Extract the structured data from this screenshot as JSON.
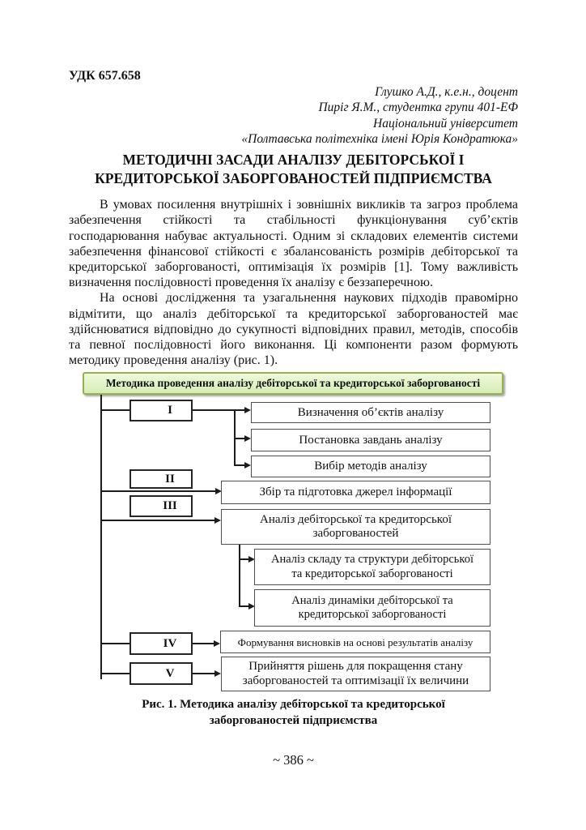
{
  "page": {
    "udc": "УДК 657.658",
    "authors": "Глушко А.Д., к.е.н., доцент\nПиріг Я.М., студентка групи 401-ЕФ\nНаціональний університет\n«Полтавська політехніка імені Юрія Кондратюка»",
    "title": "МЕТОДИЧНІ ЗАСАДИ АНАЛІЗУ ДЕБІТОРСЬКОЇ І\nКРЕДИТОРСЬКОЇ ЗАБОРГОВАНОСТЕЙ ПІДПРИЄМСТВА",
    "paragraph1": "В умовах посилення внутрішніх і зовнішніх викликів та загроз проблема забезпечення стійкості та стабільності функціонування суб’єктів господарювання набуває актуальності. Одним зі складових елементів системи забезпечення фінансової стійкості є збалансованість розмірів дебіторської та кредиторської заборгованості, оптимізація їх розмірів [1]. Тому важливість визначення послідовності проведення їх аналізу є беззаперечною.",
    "paragraph2": "На основі дослідження та узагальнення наукових підходів правомірно відмітити, що аналіз дебіторської та кредиторської заборгованостей має здійснюватися відповідно до сукупності відповідних правил, методів, способів та певної послідовності його виконання. Ці компоненти разом формують методику проведення аналізу (рис. 1).",
    "page_number": "~ 386 ~"
  },
  "figure": {
    "header": "Методика проведення аналізу дебіторської та кредиторської заборгованості",
    "stages": [
      "I",
      "II",
      "III",
      "IV",
      "V"
    ],
    "boxes": {
      "b1": "Визначення об’єктів аналізу",
      "b2": "Постановка завдань аналізу",
      "b3": "Вибір методів аналізу",
      "b4": "Збір та підготовка джерел інформації",
      "b5": "Аналіз дебіторської та кредиторської\nзаборгованостей",
      "b6": "Аналіз складу та структури дебіторської\nта кредиторської заборгованості",
      "b7": "Аналіз динаміки дебіторської та\nкредиторської заборгованості",
      "b8": "Формування висновків на основі результатів аналізу",
      "b9": "Прийняття рішень для покращення стану\nзаборгованостей та оптимізації їх величини"
    },
    "caption": "Рис. 1. Методика аналізу дебіторської та кредиторської\nзаборгованостей підприємства"
  },
  "colors": {
    "header_fill": "#ddf0c0",
    "header_border": "#94b34c",
    "line_color": "#1c1c1c"
  }
}
